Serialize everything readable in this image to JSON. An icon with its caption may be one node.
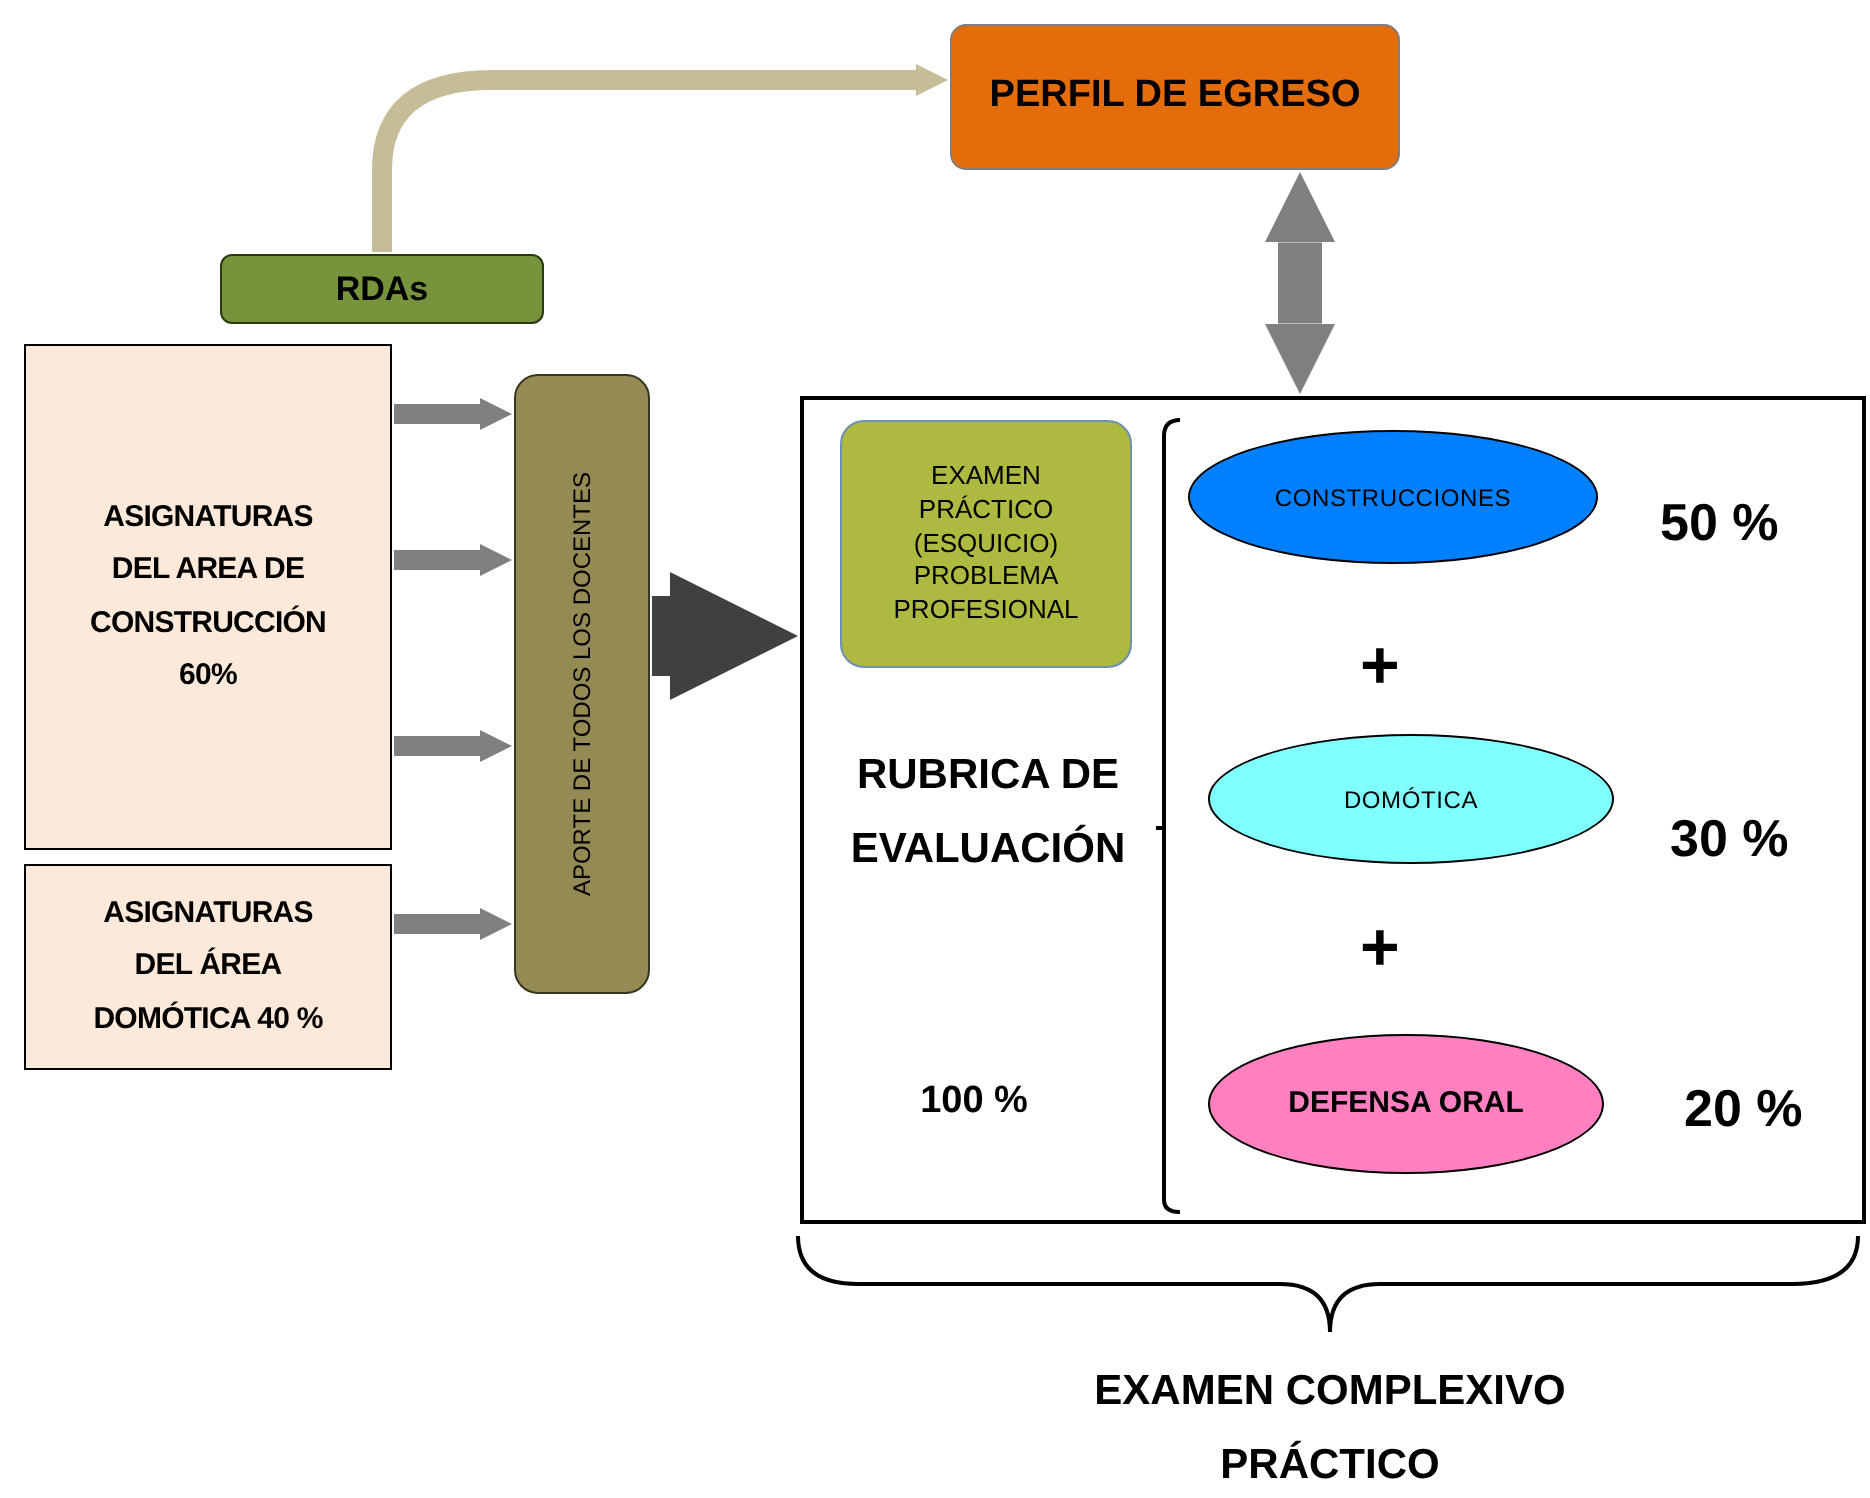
{
  "diagram": {
    "nodes": [
      {
        "text": [
          "PERFIL DE EGRESO"
        ]
      },
      {
        "text": [
          "RDAs"
        ]
      },
      {
        "text": [
          "ASIGNATURAS DEL AREA DE CONSTRUCCIÓN 60%"
        ]
      },
      {
        "text": [
          "ASIGNATURAS DEL ÁREA DOMÓTICA 40 %"
        ]
      },
      {
        "text": [
          "APORTE DE TODOS LOS DOCENTES"
        ]
      },
      {
        "text": [],
        "shape": "box",
        "beside": [
          "EXAMEN COMPLEXIVO PRÁCTICO"
        ]
      },
      {
        "text": [
          "EXAMEN PRÁCTICO (ESQUICIO) PROBLEMA PROFESIONAL"
        ],
        "in": 5
      },
      {
        "text": [
          "CONSTRUCCIONES"
        ],
        "in": 5,
        "beside": [
          "50 %"
        ]
      },
      {
        "text": [
          "DOMÓTICA"
        ],
        "in": 5,
        "beside": [
          "30 %"
        ]
      },
      {
        "text": [
          "DEFENSA ORAL"
        ],
        "in": 5,
        "beside": [
          "20 %"
        ]
      }
    ],
    "edges": [
      {
        "from": 1,
        "to": 0,
        "arrow": "to",
        "color": "#c4bd97"
      },
      {
        "from": 2,
        "to": 4,
        "arrow": "to"
      },
      {
        "from": 2,
        "to": 4,
        "arrow": "to"
      },
      {
        "from": 2,
        "to": 4,
        "arrow": "to"
      },
      {
        "from": 3,
        "to": 4,
        "arrow": "to"
      },
      {
        "from": 4,
        "to": 5,
        "arrow": "to",
        "style": "thick",
        "color": "#404040"
      },
      {
        "from": 0,
        "to": 5,
        "arrow": "both",
        "style": "thick"
      }
    ],
    "labels": [
      "RUBRICA DE EVALUACIÓN",
      "100 %",
      "+",
      "+"
    ]
  }
}
